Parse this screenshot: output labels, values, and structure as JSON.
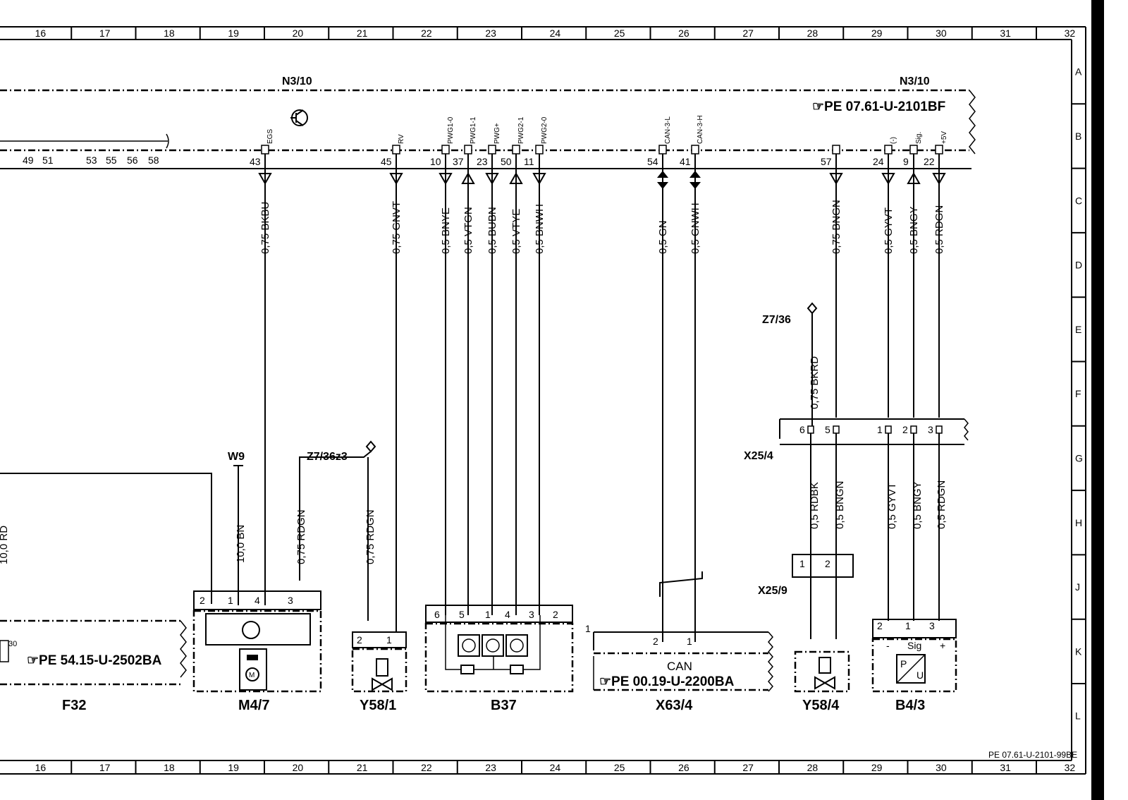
{
  "ruler_columns": [
    "16",
    "17",
    "18",
    "19",
    "20",
    "21",
    "22",
    "23",
    "24",
    "25",
    "26",
    "27",
    "28",
    "29",
    "30",
    "31",
    "32"
  ],
  "ruler_rows": [
    "A",
    "B",
    "C",
    "D",
    "E",
    "F",
    "G",
    "H",
    "J",
    "K",
    "L"
  ],
  "doc_number": "PE 07.61-U-2101-99BE",
  "module": {
    "name_left": "N3/10",
    "name_right": "N3/10",
    "ref": "PE 07.61-U-2101BF"
  },
  "left_pins": [
    "49",
    "51",
    "53",
    "55",
    "56",
    "58"
  ],
  "pins": [
    {
      "num": "43",
      "signal": "EGS",
      "wire": "0,75 BKBU"
    },
    {
      "num": "45",
      "signal": "RV",
      "wire": "0,75 GNVT"
    },
    {
      "num": "10",
      "signal": "PWG1-0",
      "wire": "0,5 BNYE"
    },
    {
      "num": "37",
      "signal": "PWG1-1",
      "wire": "0,5 VTGN"
    },
    {
      "num": "23",
      "signal": "PWG+",
      "wire": "0,5 BUBN"
    },
    {
      "num": "50",
      "signal": "PWG2-1",
      "wire": "0,5 VTYE"
    },
    {
      "num": "11",
      "signal": "PWG2-0",
      "wire": "0,5 BNWH"
    },
    {
      "num": "54",
      "signal": "CAN-3-L",
      "wire": "0,5 GN"
    },
    {
      "num": "41",
      "signal": "CAN-3-H",
      "wire": "0,5 GNWH"
    },
    {
      "num": "57",
      "signal": "",
      "wire": "0,75 BNGN"
    },
    {
      "num": "24",
      "signal": "(-)",
      "wire": "0,5 GYVT"
    },
    {
      "num": "9",
      "signal": "Sig.",
      "wire": "0,5 BNGY"
    },
    {
      "num": "22",
      "signal": "+5V",
      "wire": "0,5 RDGN"
    }
  ],
  "nodes": {
    "z7_36": "Z7/36",
    "z7_36z3": "Z7/36z3",
    "w9": "W9"
  },
  "side_wires": {
    "f32_feed": "10,0 RD",
    "w9_wire": "10,0 BN",
    "z3_a": "0,75 RDGN",
    "z3_b": "0,75 RDGN",
    "z736": "0,75 BKRD"
  },
  "x25_4": {
    "name": "X25/4",
    "pins": [
      "6",
      "5",
      "1",
      "2",
      "3"
    ]
  },
  "x25_4_out": {
    "w6": "0,5 RDBK",
    "w5": "0,5 BNGN",
    "w1": "0,5 GYVT",
    "w2": "0,5 BNGY",
    "w3": "0,5 RDGN"
  },
  "x25_9": {
    "name": "X25/9",
    "pins": [
      "1",
      "2"
    ]
  },
  "components": {
    "f32": {
      "name": "F32",
      "ref": "PE 54.15-U-2502BA",
      "pin": "30"
    },
    "m4_7": {
      "name": "M4/7",
      "pins": [
        "2",
        "1",
        "4",
        "3"
      ],
      "motor": "M"
    },
    "y58_1": {
      "name": "Y58/1",
      "pins": [
        "2",
        "1"
      ]
    },
    "b37": {
      "name": "B37",
      "pins": [
        "6",
        "5",
        "1",
        "4",
        "3",
        "2"
      ]
    },
    "x63_4": {
      "name": "X63/4",
      "ref": "PE 00.19-U-2200BA",
      "label": "CAN",
      "pins": [
        "2",
        "1"
      ],
      "side_pin": "1"
    },
    "y58_4": {
      "name": "Y58/4"
    },
    "b4_3": {
      "name": "B4/3",
      "pins": [
        "2",
        "1",
        "3"
      ],
      "signs": [
        "-",
        "Sig",
        "+"
      ],
      "sym_p": "P",
      "sym_u": "U"
    }
  }
}
